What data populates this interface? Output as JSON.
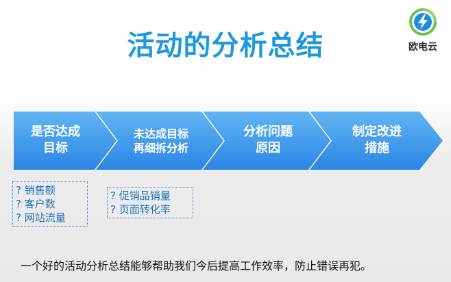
{
  "title": "活动的分析总结",
  "logo": {
    "text": "欧电云",
    "icon": "lightning-icon"
  },
  "flow": {
    "steps": [
      {
        "label": "是否达成\n目标"
      },
      {
        "label": "未达成目标\n再细拆分析"
      },
      {
        "label": "分析问题\n原因"
      },
      {
        "label": "制定改进\n措施"
      }
    ]
  },
  "boxes": [
    {
      "items": [
        "? 销售额",
        "? 客户数",
        "? 网站流量"
      ]
    },
    {
      "items": [
        "? 促销品销量",
        "? 页面转化率"
      ]
    }
  ],
  "footer": "一个好的活动分析总结能够帮助我们今后提高工作效率，防止错误再犯。",
  "colors": {
    "title": "#1d97df",
    "arrow_top": "#5fb2f2",
    "arrow_bottom": "#2b88e6"
  }
}
